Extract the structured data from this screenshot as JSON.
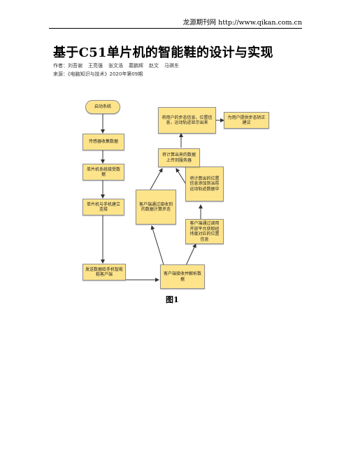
{
  "header": {
    "site": "龙源期刊网 http://www.qikan.com.cn"
  },
  "article": {
    "title": "基于C51单片机的智能鞋的设计与实现",
    "authors_label": "作者：",
    "authors": [
      "刘吾谢",
      "王亮强",
      "张文浩",
      "葛鹏辉",
      "赵文",
      "马祺东"
    ],
    "source_label": "来源：",
    "source": "《电脑知识与技术》2020年第09期"
  },
  "figure": {
    "caption": "图1",
    "nodes": {
      "start": "启动系统",
      "sensor": "传感器收集数据",
      "mcu_receive": "单片机系统接受数据",
      "mcu_phone": "单片机与手机建立连接",
      "send_phone": "发送数据给手机智能鞋客户端",
      "client_receive": "客户端接收并解析数据",
      "client_calc": "客户端通过接收到的数据计算步态",
      "client_track": "客户端通过调用开放平台获取经纬度对应的位置信息",
      "pos_add": "将计算出的位置信息添加到当前运动轨迹数据中",
      "upload": "将计算出来的数据上传到服务器",
      "display": "将用户的步态信息，位置信息，运动轨迹显示出来",
      "suggest": "为用户提供步态矫正建议"
    }
  }
}
